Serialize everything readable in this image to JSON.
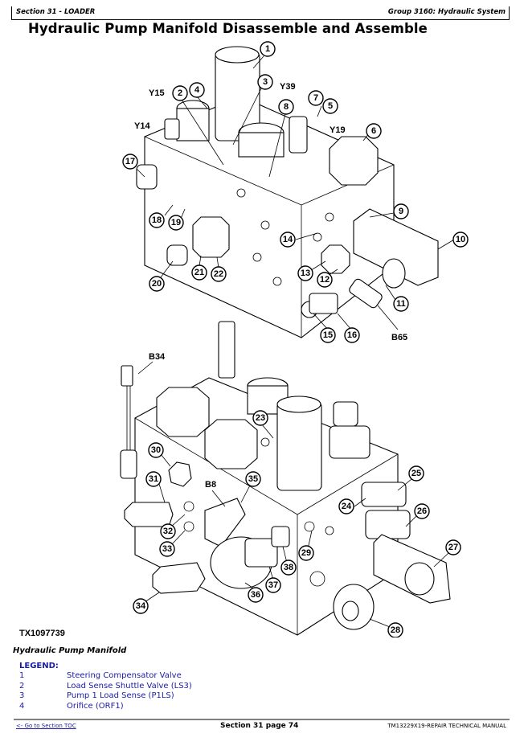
{
  "header": {
    "section": "Section 31 - LOADER",
    "group": "Group 3160: Hydraulic System"
  },
  "page_title": "Hydraulic Pump Manifold Disassemble and Assemble",
  "figure": {
    "id": "TX1097739",
    "caption": "Hydraulic Pump Manifold",
    "top_view_callouts": [
      "1",
      "2",
      "3",
      "4",
      "5",
      "6",
      "7",
      "8",
      "9",
      "10",
      "11",
      "12",
      "13",
      "14",
      "15",
      "16",
      "17",
      "18",
      "19",
      "20",
      "21",
      "22"
    ],
    "top_view_labels": [
      "Y15",
      "Y14",
      "Y39",
      "Y19",
      "B65"
    ],
    "bottom_view_callouts": [
      "23",
      "24",
      "25",
      "26",
      "27",
      "28",
      "29",
      "30",
      "31",
      "32",
      "33",
      "34",
      "35",
      "36",
      "37",
      "38"
    ],
    "bottom_view_labels": [
      "B34",
      "B8"
    ]
  },
  "legend": {
    "title": "LEGEND:",
    "items": [
      {
        "num": "1",
        "label": "Steering Compensator Valve"
      },
      {
        "num": "2",
        "label": "Load Sense Shuttle Valve (LS3)"
      },
      {
        "num": "3",
        "label": "Pump 1 Load Sense (P1LS)"
      },
      {
        "num": "4",
        "label": "Orifice (ORF1)"
      }
    ]
  },
  "footer": {
    "toc_link": "<- Go to Section TOC",
    "page": "Section 31 page 74",
    "manual": "TM13229X19-REPAIR TECHNICAL MANUAL"
  },
  "colors": {
    "legend_text": "#1a1aa6",
    "footer_rule": "#808080"
  }
}
